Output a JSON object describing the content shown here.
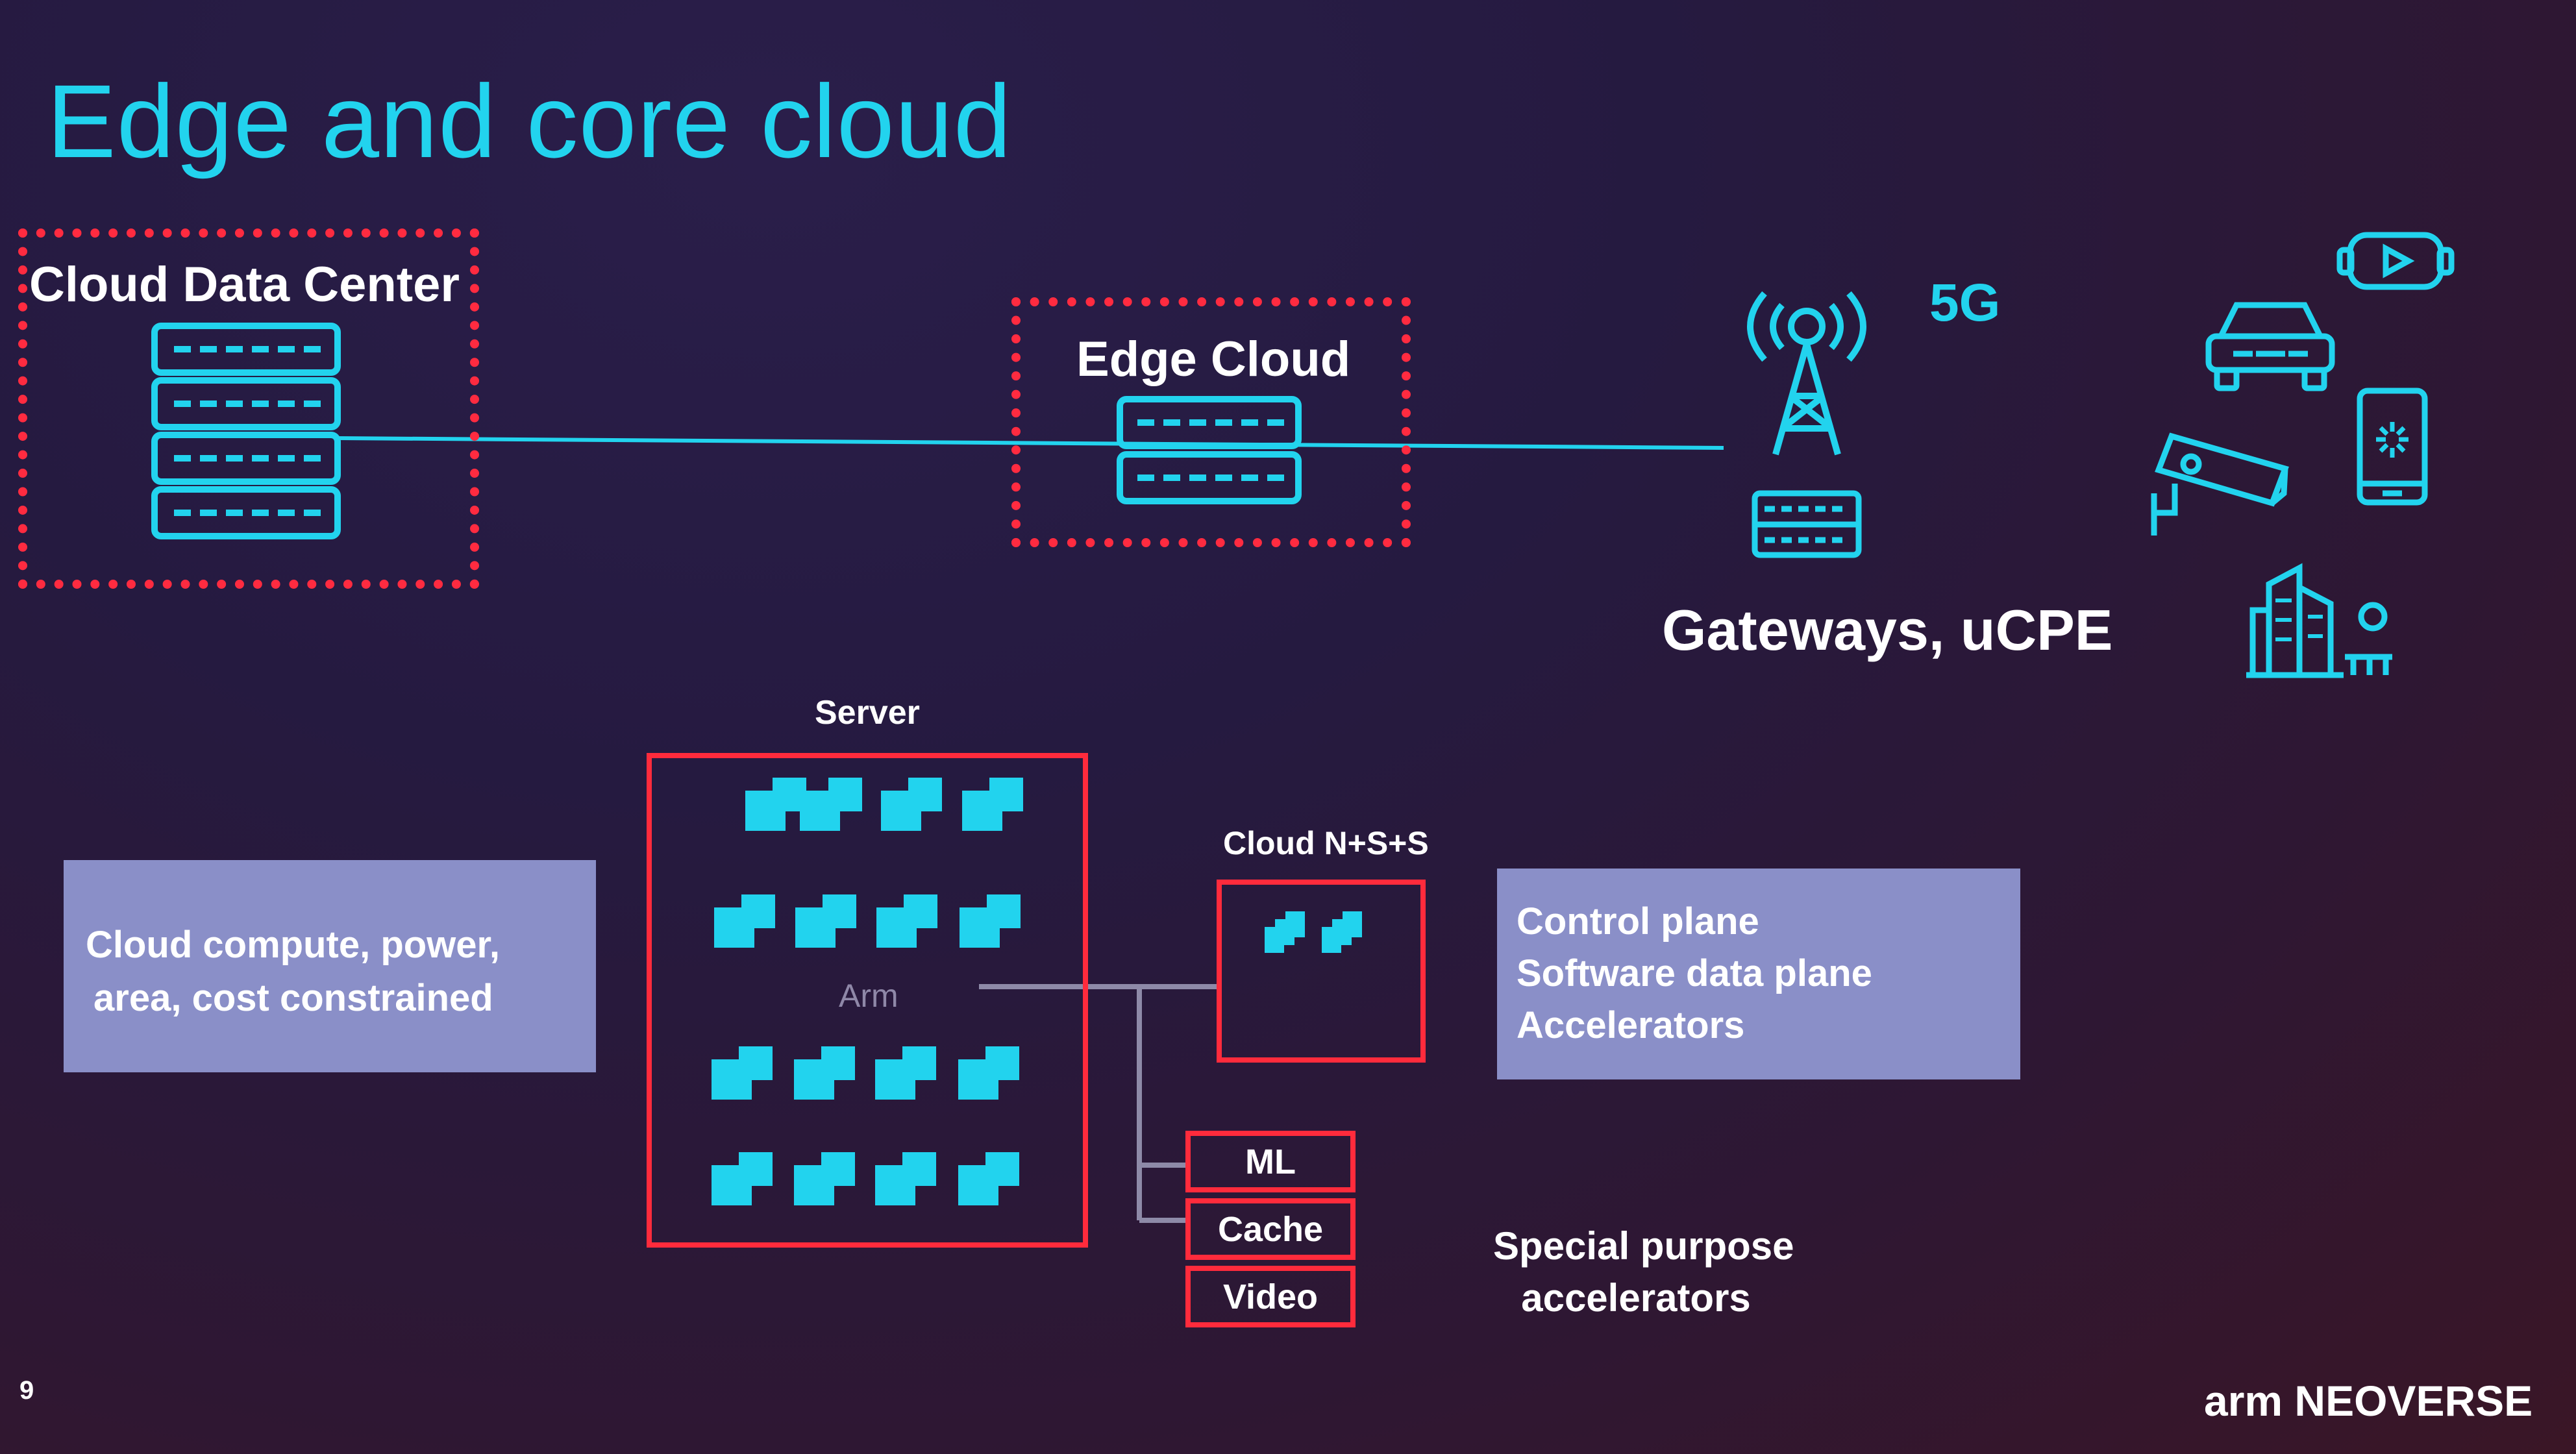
{
  "slide": {
    "title": "Edge and core cloud",
    "page_number": "9",
    "logo_text": "arm NEOVERSE"
  },
  "top_row": {
    "cloud_data_center": "Cloud Data Center",
    "edge_cloud": "Edge Cloud",
    "fiveg": "5G",
    "gateways": "Gateways, uCPE",
    "device_icons": [
      "vr-headset-icon",
      "car-icon",
      "security-camera-icon",
      "smartphone-icon",
      "smart-building-icon"
    ]
  },
  "server": {
    "label": "Server",
    "core_label": "Arm"
  },
  "cloud_nss": {
    "label": "Cloud N+S+S"
  },
  "left_info": {
    "lines": [
      "Cloud compute, power,",
      "area, cost constrained"
    ]
  },
  "right_info": {
    "lines": [
      "Control plane",
      "Software data plane",
      "Accelerators"
    ]
  },
  "accelerators": {
    "items": [
      "ML",
      "Cache",
      "Video"
    ],
    "caption_lines": [
      "Special purpose",
      "accelerators"
    ]
  },
  "colors": {
    "accent_cyan": "#22d3ee",
    "box_red": "#ff2b3c",
    "panel_lavender": "#8a8fc8"
  }
}
